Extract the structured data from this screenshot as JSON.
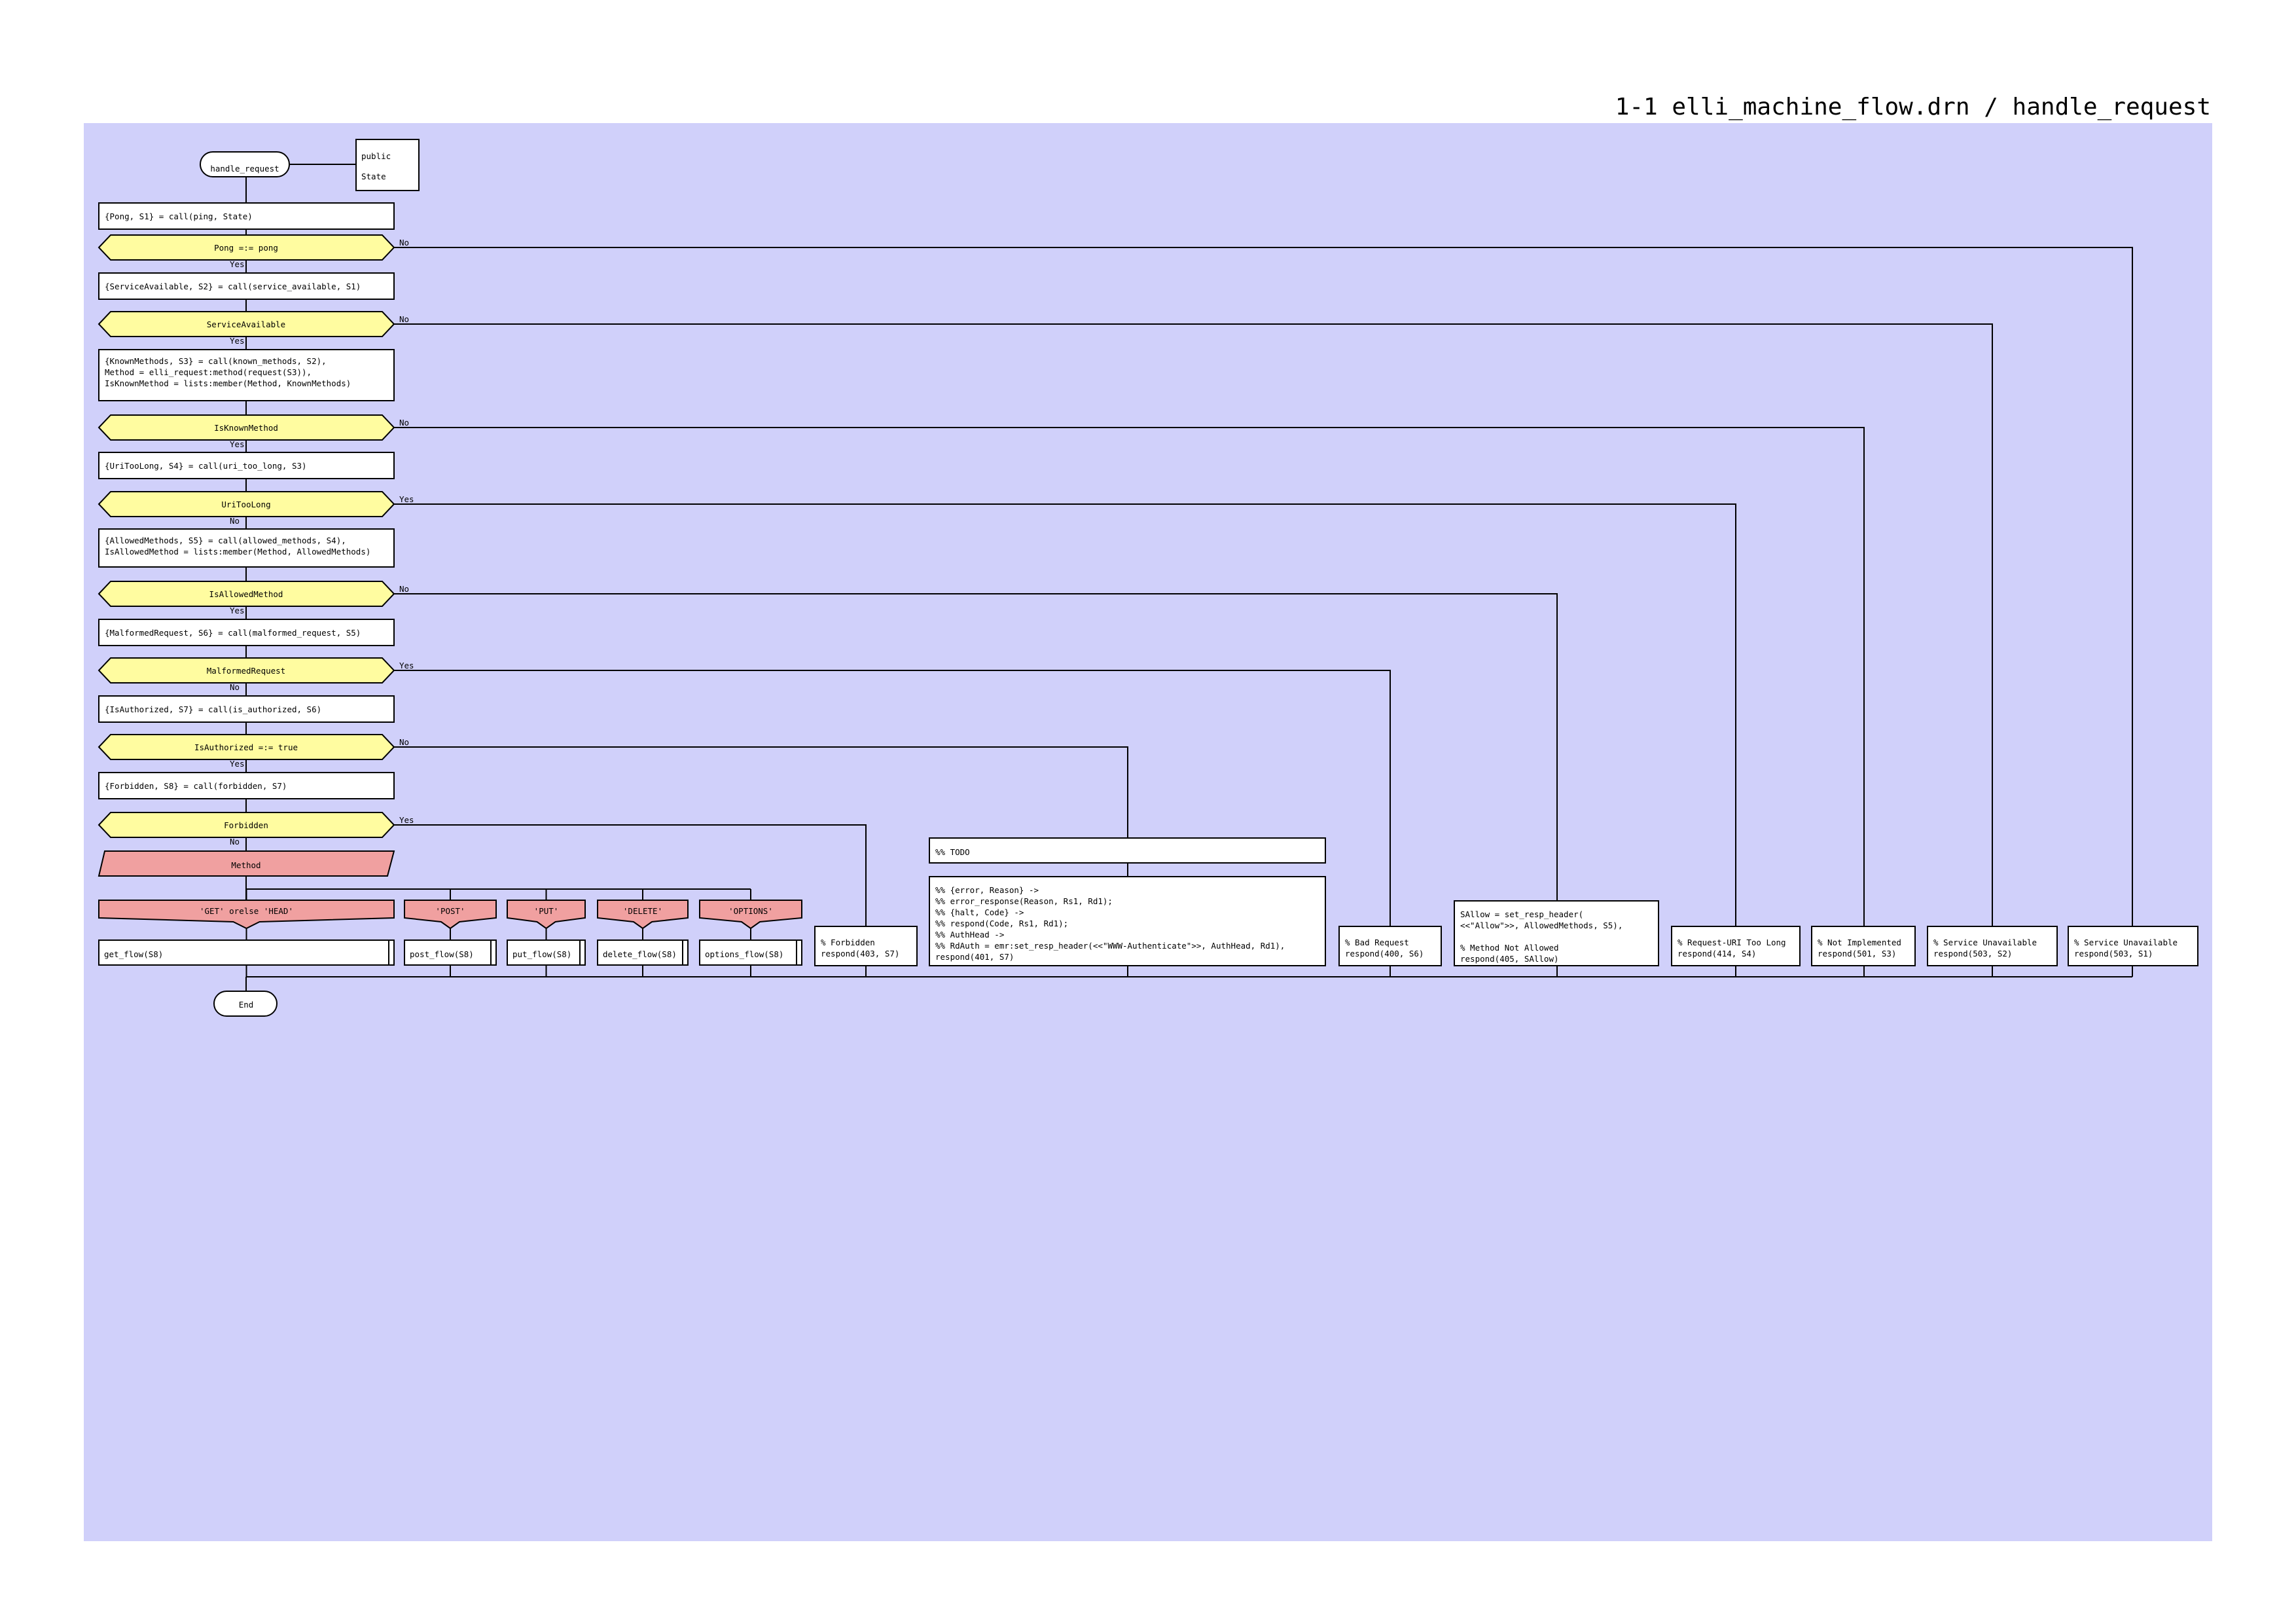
{
  "page": {
    "title": "1-1 elli_machine_flow.drn / handle_request"
  },
  "colors": {
    "background": "#d0d0fa",
    "decision": "#fffca0",
    "branch": "#f0a0a0",
    "box": "#ffffff",
    "line": "#000000"
  },
  "terminals": {
    "start": "handle_request",
    "end": "End"
  },
  "params": [
    "public",
    "State"
  ],
  "steps": [
    {
      "action": [
        "{Pong, S1} = call(ping, State)"
      ],
      "question": "Pong =:= pong",
      "continue": "Yes",
      "exit": "No"
    },
    {
      "action": [
        "{ServiceAvailable, S2} = call(service_available, S1)"
      ],
      "question": "ServiceAvailable",
      "continue": "Yes",
      "exit": "No"
    },
    {
      "action": [
        "{KnownMethods, S3} = call(known_methods, S2),",
        "Method = elli_request:method(request(S3)),",
        "IsKnownMethod = lists:member(Method, KnownMethods)"
      ],
      "question": "IsKnownMethod",
      "continue": "Yes",
      "exit": "No"
    },
    {
      "action": [
        "{UriTooLong, S4} = call(uri_too_long, S3)"
      ],
      "question": "UriTooLong",
      "continue": "No",
      "exit": "Yes"
    },
    {
      "action": [
        "{AllowedMethods, S5} = call(allowed_methods, S4),",
        "IsAllowedMethod = lists:member(Method, AllowedMethods)"
      ],
      "question": "IsAllowedMethod",
      "continue": "Yes",
      "exit": "No"
    },
    {
      "action": [
        "{MalformedRequest, S6} = call(malformed_request, S5)"
      ],
      "question": "MalformedRequest",
      "continue": "No",
      "exit": "Yes"
    },
    {
      "action": [
        "{IsAuthorized, S7} = call(is_authorized, S6)"
      ],
      "question": "IsAuthorized =:= true",
      "continue": "Yes",
      "exit": "No"
    },
    {
      "action": [
        "{Forbidden, S8} = call(forbidden, S7)"
      ],
      "question": "Forbidden",
      "continue": "No",
      "exit": "Yes"
    }
  ],
  "select": {
    "label": "Method"
  },
  "cases": [
    {
      "label": "'GET' orelse 'HEAD'",
      "call": "get_flow(S8)"
    },
    {
      "label": "'POST'",
      "call": "post_flow(S8)"
    },
    {
      "label": "'PUT'",
      "call": "put_flow(S8)"
    },
    {
      "label": "'DELETE'",
      "call": "delete_flow(S8)"
    },
    {
      "label": "'OPTIONS'",
      "call": "options_flow(S8)"
    }
  ],
  "exits": [
    {
      "lines": [
        "% Forbidden",
        "respond(403, S7)"
      ]
    },
    {
      "lines": [
        "%% {error, Reason} ->",
        "%%    error_response(Reason, Rs1, Rd1);",
        "%% {halt, Code}  ->",
        "%%    respond(Code, Rs1, Rd1);",
        "%% AuthHead ->",
        "%%    RdAuth = emr:set_resp_header(<<\"WWW-Authenticate\">>, AuthHead, Rd1),",
        "respond(401, S7)"
      ],
      "todo": "%% TODO"
    },
    {
      "lines": [
        "% Bad Request",
        "respond(400, S6)"
      ]
    },
    {
      "lines": [
        "SAllow = set_resp_header(",
        "    <<\"Allow\">>, AllowedMethods, S5),",
        "",
        "% Method Not Allowed",
        "respond(405, SAllow)"
      ]
    },
    {
      "lines": [
        "% Request-URI Too Long",
        "respond(414, S4)"
      ]
    },
    {
      "lines": [
        "% Not Implemented",
        "respond(501, S3)"
      ]
    },
    {
      "lines": [
        "% Service Unavailable",
        "respond(503, S2)"
      ]
    },
    {
      "lines": [
        "% Service Unavailable",
        "respond(503, S1)"
      ]
    }
  ]
}
